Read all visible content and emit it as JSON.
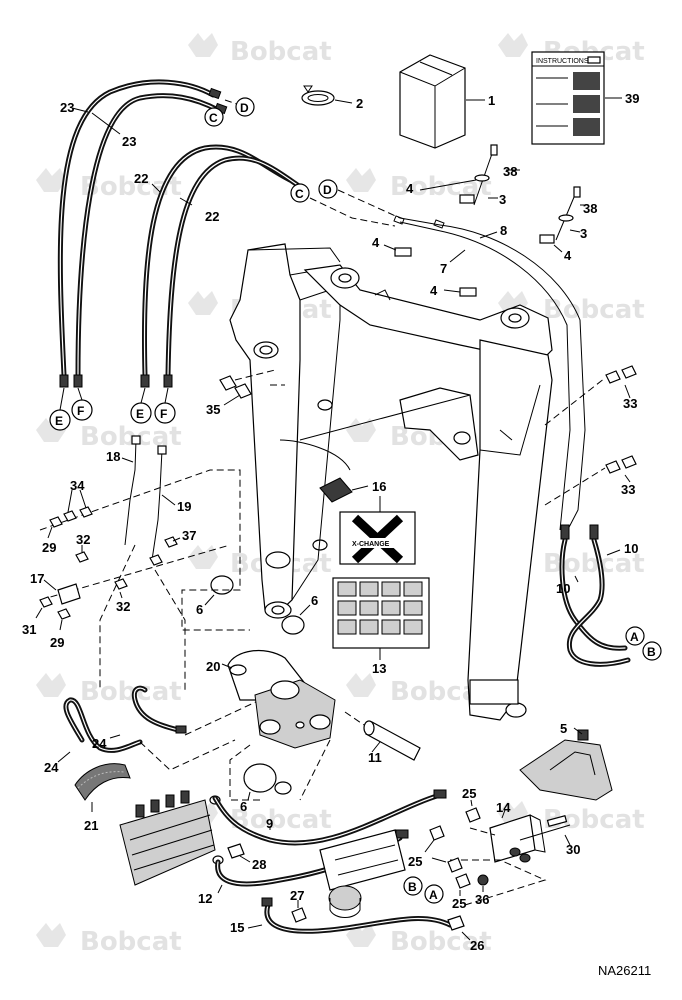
{
  "watermark": {
    "brand": "Bobcat",
    "mark": "®"
  },
  "diagram_code": "NA26211",
  "instructions_title": "INSTRUCTIONS",
  "decal": {
    "brand_text": "X-CHANGE"
  },
  "callouts": {
    "c1": "1",
    "c2": "2",
    "c3a": "3",
    "c3b": "3",
    "c4a": "4",
    "c4b": "4",
    "c4c": "4",
    "c4d": "4",
    "c5": "5",
    "c6a": "6",
    "c6b": "6",
    "c6c": "6",
    "c7": "7",
    "c8": "8",
    "c9": "9",
    "c10a": "10",
    "c10b": "10",
    "c11": "11",
    "c12": "12",
    "c13": "13",
    "c14": "14",
    "c15": "15",
    "c16": "16",
    "c17": "17",
    "c18": "18",
    "c19": "19",
    "c20": "20",
    "c21": "21",
    "c22a": "22",
    "c22b": "22",
    "c23a": "23",
    "c23b": "23",
    "c24a": "24",
    "c24b": "24",
    "c25a": "25",
    "c25b": "25",
    "c25c": "25",
    "c26": "26",
    "c27": "27",
    "c28": "28",
    "c29a": "29",
    "c29b": "29",
    "c30": "30",
    "c31": "31",
    "c32a": "32",
    "c32b": "32",
    "c33a": "33",
    "c33b": "33",
    "c34": "34",
    "c35": "35",
    "c36": "36",
    "c37": "37",
    "c38a": "38",
    "c38b": "38",
    "c39": "39"
  },
  "connectors": {
    "C1": "C",
    "D1": "D",
    "C2": "C",
    "D2": "D",
    "E1": "E",
    "F1": "F",
    "E2": "E",
    "F2": "F",
    "A1": "A",
    "B1": "B",
    "B2": "B",
    "A2": "A"
  }
}
